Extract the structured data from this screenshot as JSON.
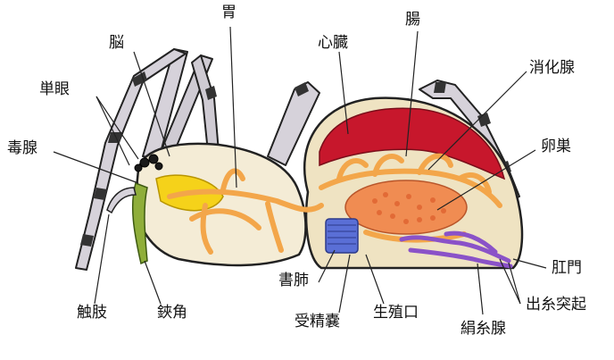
{
  "labels": {
    "brain": "脳",
    "stomach": "胃",
    "heart": "心臓",
    "intestine": "腸",
    "digestive_gland": "消化腺",
    "simple_eyes": "単眼",
    "venom_gland": "毒腺",
    "ovary": "卵巣",
    "anus": "肛門",
    "spinnerets": "出糸突起",
    "silk_glands": "絹糸腺",
    "genital_opening": "生殖口",
    "spermatheca": "受精嚢",
    "book_lung": "書肺",
    "chelicera_fang": "鋏角",
    "pedipalp": "触肢"
  },
  "colors": {
    "outline": "#222222",
    "cephalothorax_fill": "#f4ecd6",
    "abdomen_fill": "#efe3c2",
    "heart": "#c7172c",
    "gut": "#f3a64a",
    "venom": "#f5d21a",
    "ovary": "#f08c52",
    "book_lung": "#5a6fd6",
    "silk_gland": "#8a52c8",
    "leg": "#d8d4da",
    "leg_band": "#333333"
  }
}
